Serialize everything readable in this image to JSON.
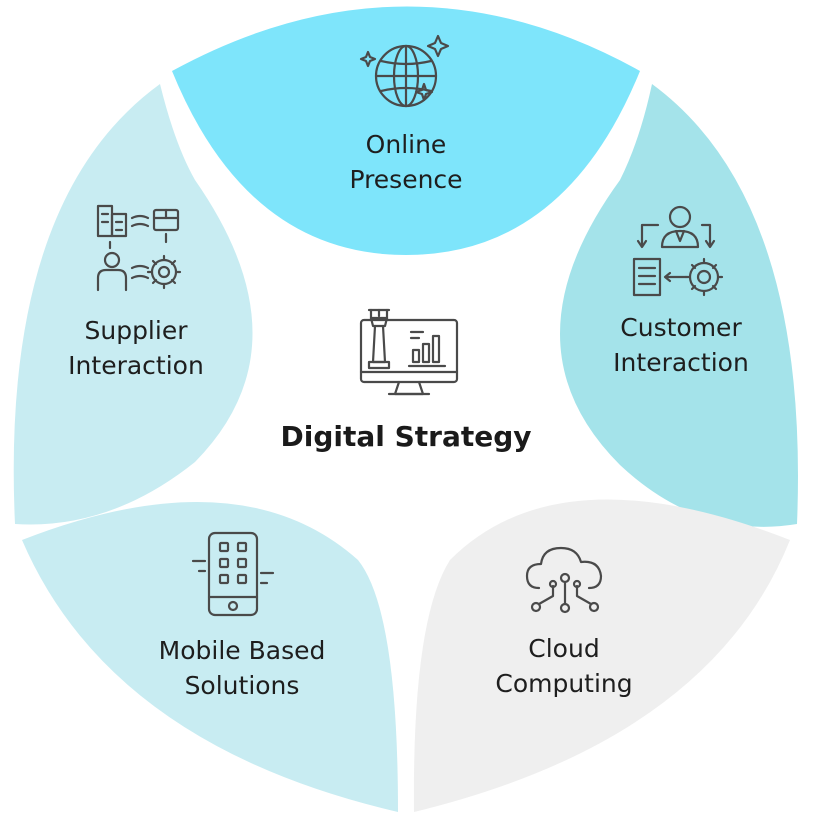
{
  "center": {
    "title": "Digital Strategy",
    "icon": "chess-rook-monitor-icon"
  },
  "segments": [
    {
      "id": "online-presence",
      "lines": [
        "Online",
        "Presence"
      ],
      "icon": "globe-sparkles-icon",
      "color": "#7ee5fb"
    },
    {
      "id": "customer-interaction",
      "lines": [
        "Customer",
        "Interaction"
      ],
      "icon": "customer-service-cycle-icon",
      "color": "#a4e3ea"
    },
    {
      "id": "cloud-computing",
      "lines": [
        "Cloud",
        "Computing"
      ],
      "icon": "cloud-network-icon",
      "color": "#efefef"
    },
    {
      "id": "mobile-based-solutions",
      "lines": [
        "Mobile Based",
        "Solutions"
      ],
      "icon": "mobile-apps-icon",
      "color": "#c8ecf2"
    },
    {
      "id": "supplier-interaction",
      "lines": [
        "Supplier",
        "Interaction"
      ],
      "icon": "supplier-logistics-icon",
      "color": "#c8ecf2"
    }
  ]
}
